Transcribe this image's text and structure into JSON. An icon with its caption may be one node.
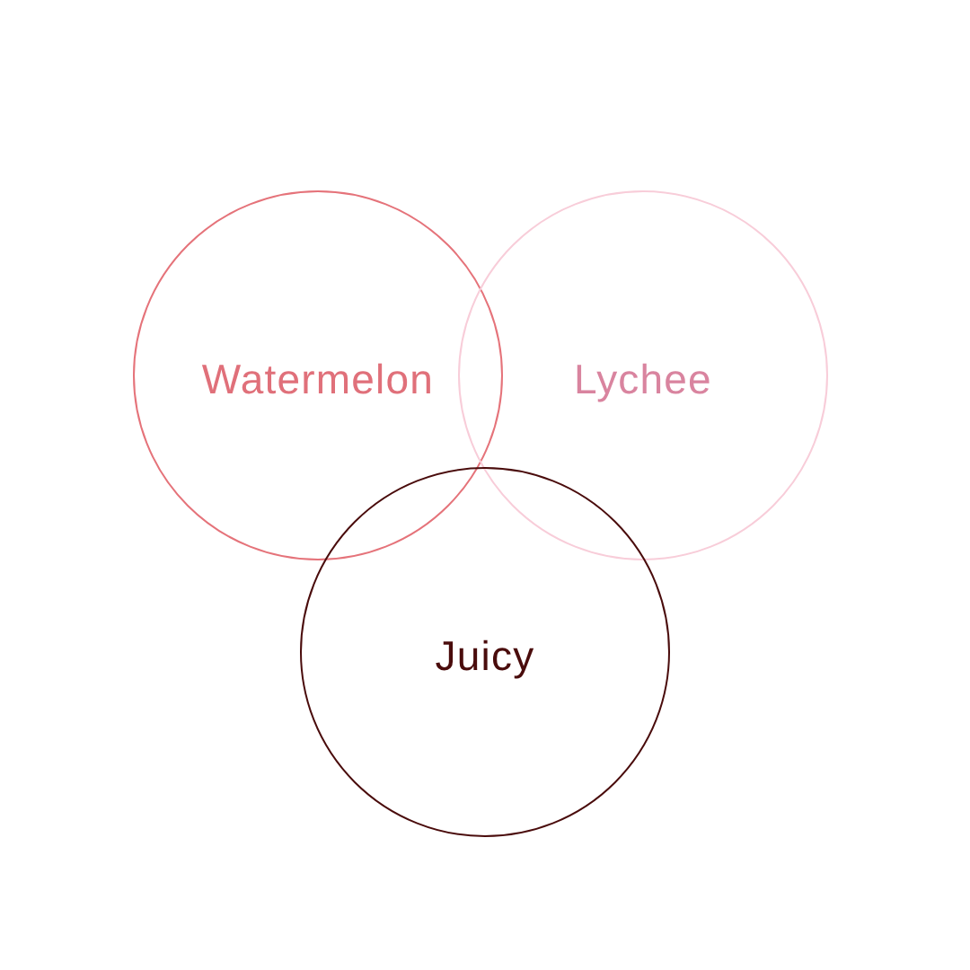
{
  "diagram": {
    "nodes": [
      {
        "text": [
          "Watermelon"
        ]
      },
      {
        "text": [
          "Lychee"
        ]
      },
      {
        "text": [
          "Juicy"
        ]
      }
    ]
  }
}
